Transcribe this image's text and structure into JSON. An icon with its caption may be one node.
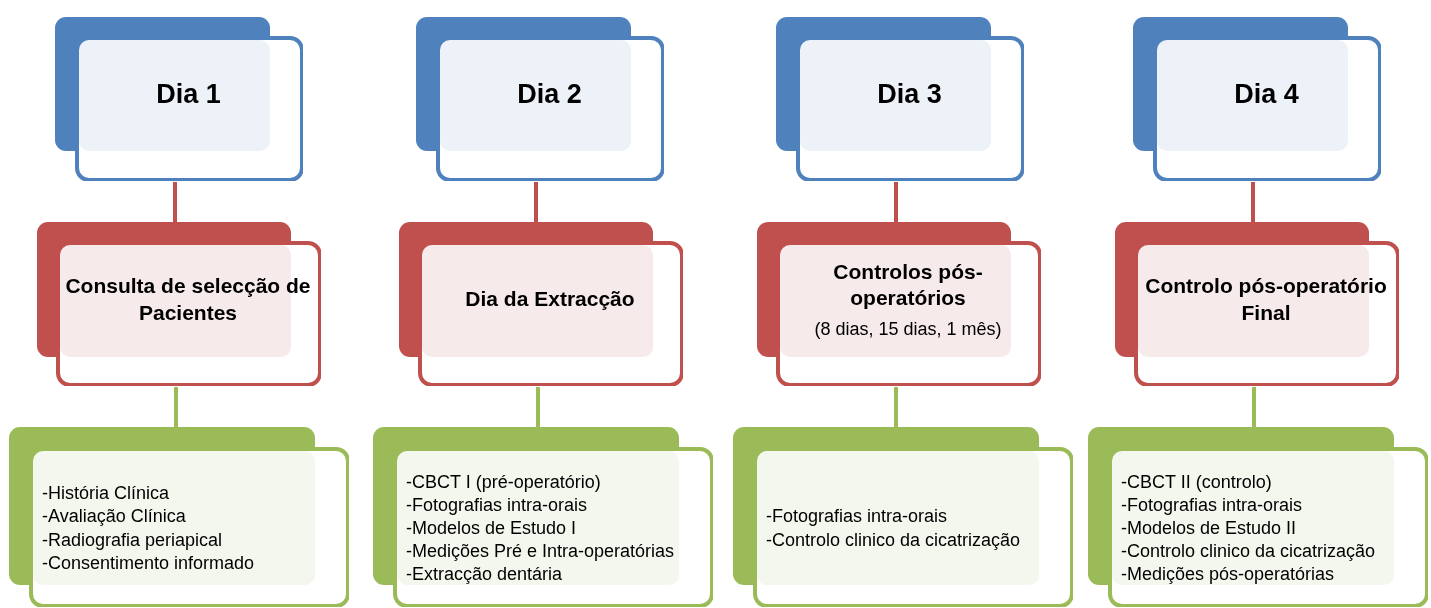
{
  "diagram": {
    "nodes": [
      {
        "text": [
          "Dia 1"
        ]
      },
      {
        "text": [
          "Dia 2"
        ]
      },
      {
        "text": [
          "Dia 3"
        ]
      },
      {
        "text": [
          "Dia 4"
        ]
      },
      {
        "text": [
          "Consulta de selecção de Pacientes"
        ]
      },
      {
        "text": [
          "Dia da Extracção"
        ]
      },
      {
        "text": [
          "Controlos pós-operatórios",
          "(8 dias, 15 dias, 1 mês)"
        ]
      },
      {
        "text": [
          "Controlo pós-operatório Final"
        ]
      },
      {
        "text": [
          "-História Clínica",
          "-Avaliação Clínica",
          "-Radiografia periapical",
          "-Consentimento informado"
        ]
      },
      {
        "text": [
          "-CBCT I (pré-operatório)",
          "-Fotografias intra-orais",
          "-Modelos de Estudo I",
          "-Medições Pré e Intra-operatórias",
          "-Extracção dentária"
        ]
      },
      {
        "text": [
          "-Fotografias intra-orais",
          "-Controlo clinico da cicatrização"
        ]
      },
      {
        "text": [
          "-CBCT II (controlo)",
          "-Fotografias intra-orais",
          "-Modelos de Estudo II",
          "-Controlo clinico da cicatrização",
          "-Medições pós-operatórias"
        ]
      }
    ],
    "edges": [
      {
        "from": 0,
        "to": 4,
        "arrow": "none",
        "color": "#c0504d"
      },
      {
        "from": 1,
        "to": 5,
        "arrow": "none",
        "color": "#c0504d"
      },
      {
        "from": 2,
        "to": 6,
        "arrow": "none",
        "color": "#c0504d"
      },
      {
        "from": 3,
        "to": 7,
        "arrow": "none",
        "color": "#c0504d"
      },
      {
        "from": 4,
        "to": 8,
        "arrow": "none",
        "color": "#9bbb59"
      },
      {
        "from": 5,
        "to": 9,
        "arrow": "none",
        "color": "#9bbb59"
      },
      {
        "from": 6,
        "to": 10,
        "arrow": "none",
        "color": "#9bbb59"
      },
      {
        "from": 7,
        "to": 11,
        "arrow": "none",
        "color": "#9bbb59"
      }
    ]
  }
}
